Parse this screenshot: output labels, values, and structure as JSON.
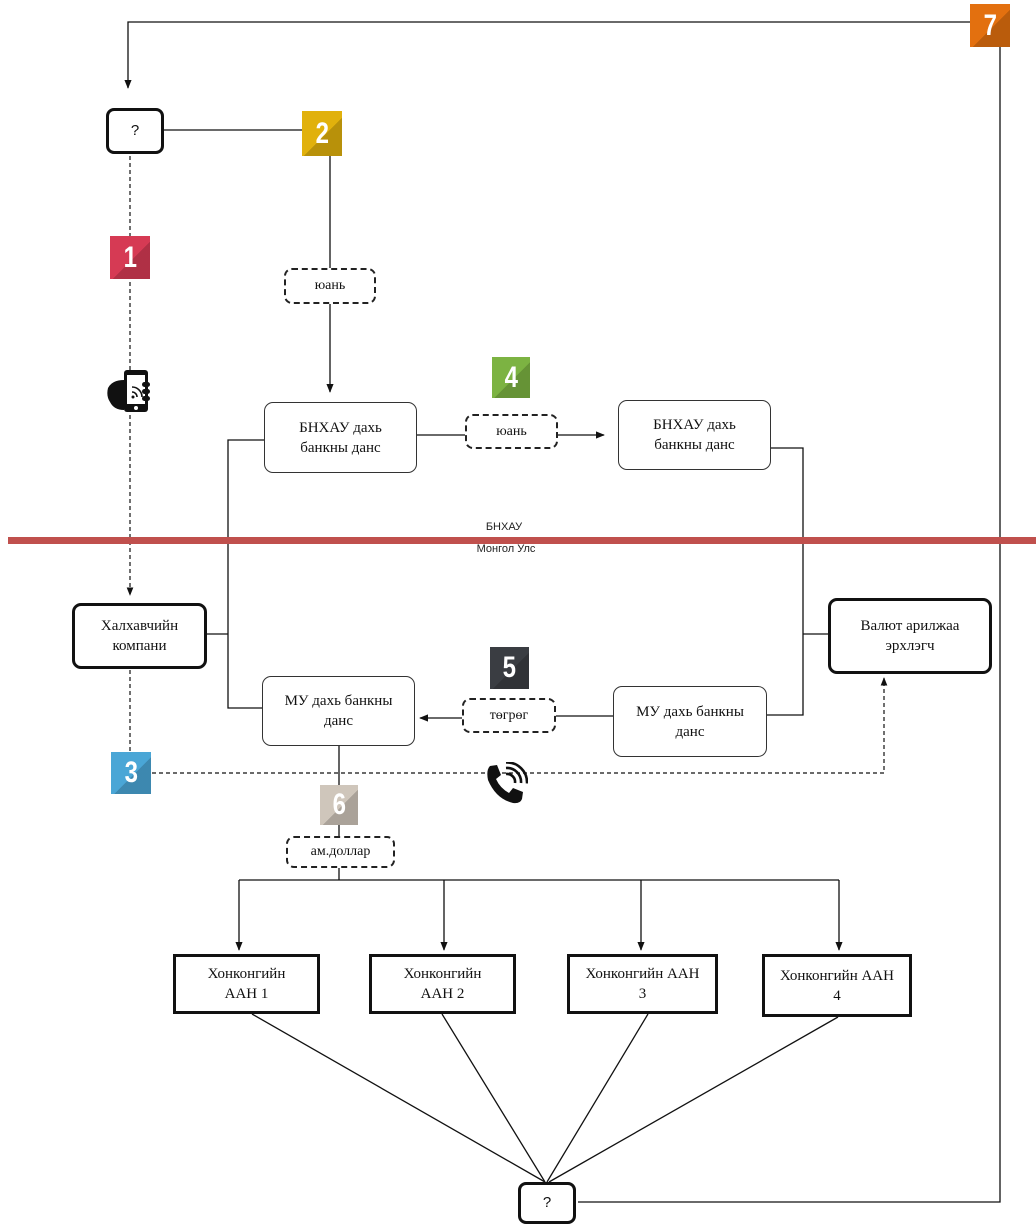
{
  "nodes": {
    "question_top": "?",
    "question_bottom": "?",
    "cn_bank_left": "БНХАУ дахь\nбанкны данс",
    "cn_bank_right": "БНХАУ дахь\nбанкны данс",
    "transport_company": "Халхавчийн\nкомпани",
    "currency_dealer": "Валют арилжаа\nэрхлэгч",
    "mn_bank_left": "МУ дахь банкны\nданс",
    "mn_bank_right": "МУ дахь банкны\nданс",
    "yuan_top": "юань",
    "yuan_middle": "юань",
    "togrog": "төгрөг",
    "usd": "ам.доллар",
    "hk_ngo_1": "Хонконгийн\nААН 1",
    "hk_ngo_2": "Хонконгийн\nААН 2",
    "hk_ngo_3": "Хонконгийн ААН\n3",
    "hk_ngo_4": "Хонконгийн ААН\n4"
  },
  "border": {
    "country_above": "БНХАУ",
    "country_below": "Монгол Улс",
    "color": "#c0504d"
  },
  "steps": [
    {
      "number": "1",
      "color": "#d63a54"
    },
    {
      "number": "2",
      "color": "#e1b10c"
    },
    {
      "number": "3",
      "color": "#4aa6d6"
    },
    {
      "number": "4",
      "color": "#7cb342"
    },
    {
      "number": "5",
      "color": "#3a3d42"
    },
    {
      "number": "6",
      "color": "#cfc6bb"
    },
    {
      "number": "7",
      "color": "#e3700f"
    }
  ],
  "icons": {
    "mobile": "mobile-phone-icon",
    "phone": "phone-call-icon"
  }
}
